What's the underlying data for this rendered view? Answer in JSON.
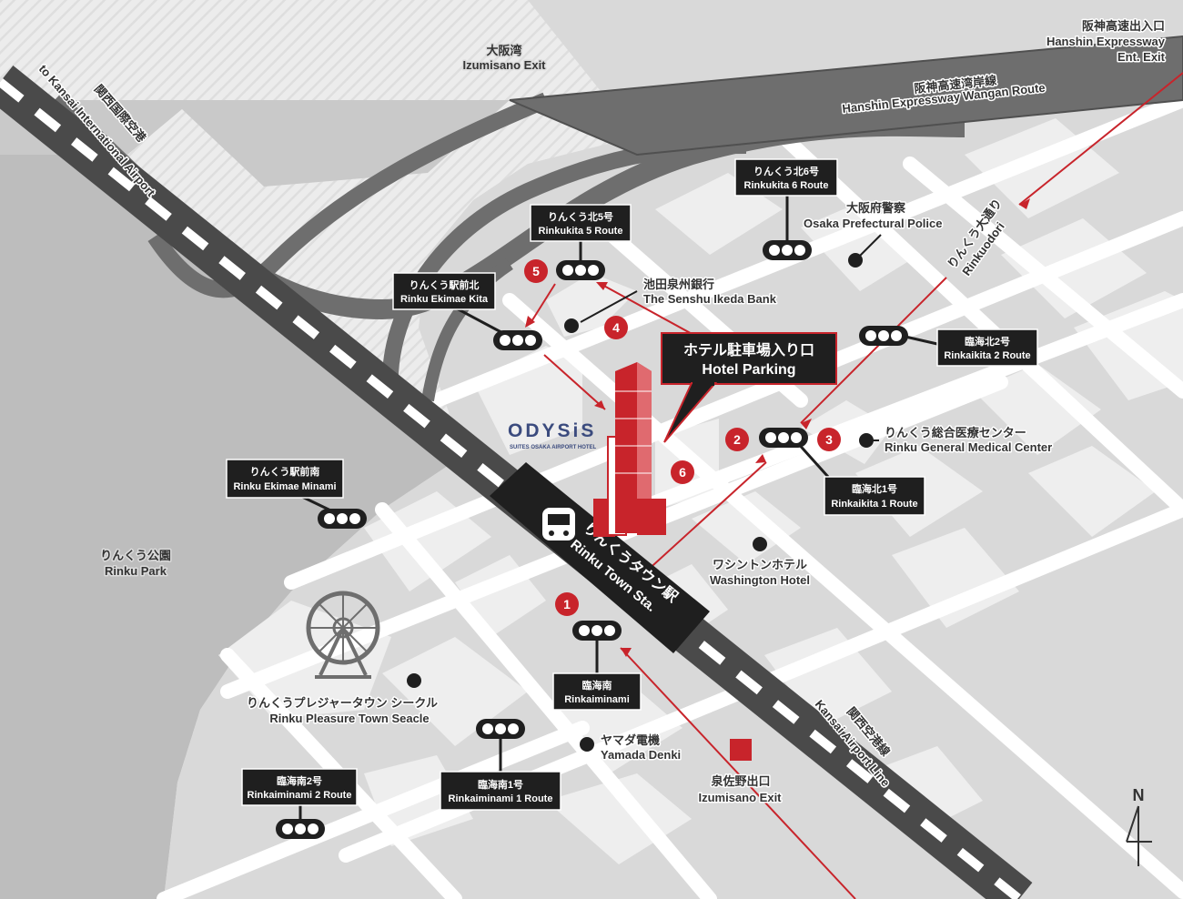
{
  "colors": {
    "accent_red": "#c8242b",
    "sign_black": "#1f1f1f",
    "road_dark": "#6e6e6e",
    "block_light": "#d9d9d9",
    "water_mid": "#bdbdbd"
  },
  "labels": {
    "hanshin_ent_jp": "阪神高速出入口",
    "hanshin_ent_en1": "Hanshin Expressway",
    "hanshin_ent_en2": "Ent. Exit",
    "osaka_bay_jp": "大阪湾",
    "izumisano_exit_top_en": "Izumisano Exit",
    "wangan_jp": "阪神高速湾岸線",
    "wangan_en": "Hanshin Expressway Wangan Route",
    "kix_jp": "関西国際空港",
    "kix_en": "to Kansai International Airport",
    "police_jp": "大阪府警察",
    "police_en": "Osaka Prefectural Police",
    "rinkuodori_jp": "りんくう大通り",
    "rinkuodori_en": "Rinkuodori",
    "bank_jp": "池田泉州銀行",
    "bank_en": "The Senshu Ikeda Bank",
    "parking_jp": "ホテル駐車場入り口",
    "parking_en": "Hotel Parking",
    "medical_jp": "りんくう総合医療センター",
    "medical_en": "Rinku General Medical Center",
    "odysis_logo": "ODYSiS",
    "odysis_sub": "SUITES OSAKA AIRPORT HOTEL",
    "station_jp": "りんくうタウン駅",
    "station_en": "Rinku Town Sta.",
    "washington_jp": "ワシントンホテル",
    "washington_en": "Washington Hotel",
    "park_jp": "りんくう公園",
    "park_en": "Rinku Park",
    "seacle_jp": "りんくうプレジャータウン シークル",
    "seacle_en": "Rinku Pleasure Town Seacle",
    "yamada_jp": "ヤマダ電機",
    "yamada_en": "Yamada Denki",
    "izumisano_exit_jp": "泉佐野出口",
    "izumisano_exit_en": "Izumisano Exit",
    "airport_line_jp": "関西空港線",
    "airport_line_en": "Kansai Airport Line",
    "north": "N"
  },
  "signs": {
    "rinkukita6_jp": "りんくう北6号",
    "rinkukita6_en": "Rinkukita 6 Route",
    "rinkukita5_jp": "りんくう北5号",
    "rinkukita5_en": "Rinkukita 5 Route",
    "ekimaekita_jp": "りんくう駅前北",
    "ekimaekita_en": "Rinku Ekimae Kita",
    "rinkaikita2_jp": "臨海北2号",
    "rinkaikita2_en": "Rinkaikita 2 Route",
    "rinkaikita1_jp": "臨海北1号",
    "rinkaikita1_en": "Rinkaikita 1 Route",
    "ekimaeminami_jp": "りんくう駅前南",
    "ekimaeminami_en": "Rinku Ekimae Minami",
    "rinkaiminami_jp": "臨海南",
    "rinkaiminami_en": "Rinkaiminami",
    "rinkaiminami1_jp": "臨海南1号",
    "rinkaiminami1_en": "Rinkaiminami 1 Route",
    "rinkaiminami2_jp": "臨海南2号",
    "rinkaiminami2_en": "Rinkaiminami 2 Route"
  },
  "markers": [
    "1",
    "2",
    "3",
    "4",
    "5",
    "6"
  ]
}
